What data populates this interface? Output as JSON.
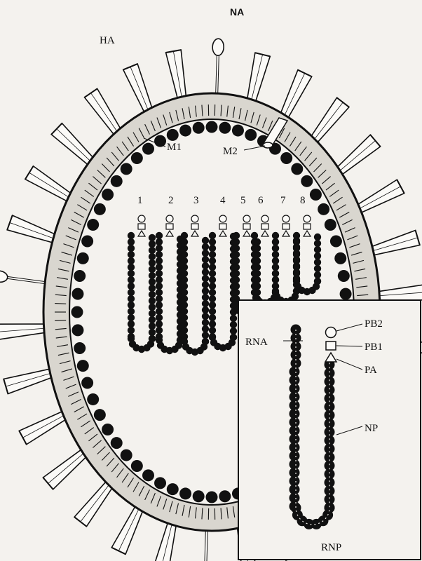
{
  "labels": {
    "na": "NA",
    "ha": "HA",
    "m1": "M1",
    "m2": "M2",
    "segments": [
      "1",
      "2",
      "3",
      "4",
      "5",
      "6",
      "7",
      "8"
    ]
  },
  "inset": {
    "rna": "RNA",
    "pb2": "PB2",
    "pb1": "PB1",
    "pa": "PA",
    "np": "NP",
    "rnp": "RNP"
  },
  "colors": {
    "ink": "#111111",
    "background": "#f4f2ee",
    "envelope": "#d9d6cf",
    "spike_fill": "#fbfaf7"
  }
}
